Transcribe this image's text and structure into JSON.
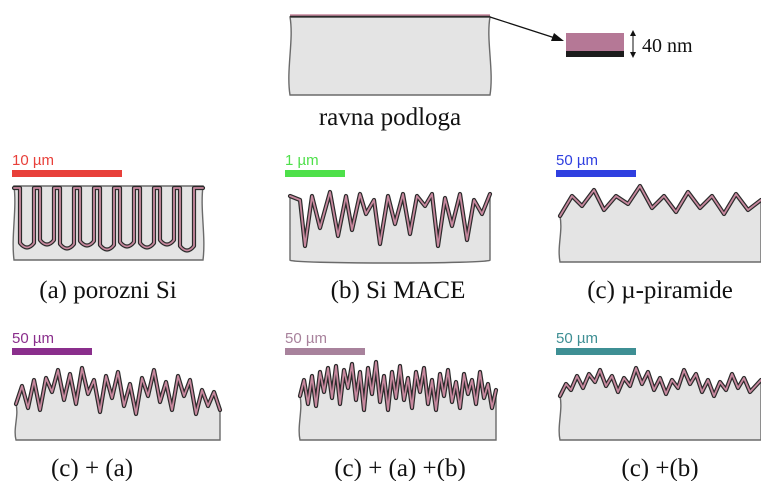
{
  "top": {
    "caption": "ravna podloga",
    "thickness_label": "40 nm"
  },
  "panels": [
    {
      "id": "a",
      "caption": "(a) porozni Si",
      "scalebar": "10  µm",
      "color": "#e8403a"
    },
    {
      "id": "b",
      "caption": "(b) Si MACE",
      "scalebar": "1 µm",
      "color": "#4ee04a"
    },
    {
      "id": "c",
      "caption": "(c) µ-piramide",
      "scalebar": "50  µm",
      "color": "#2f3fe0"
    },
    {
      "id": "ca",
      "caption": "(c) + (a)",
      "scalebar": "50  µm",
      "color": "#8a2e8c"
    },
    {
      "id": "cab",
      "caption": "(c) + (a) +(b)",
      "scalebar": "50  µm",
      "color": "#a8829c"
    },
    {
      "id": "cb",
      "caption": "(c) +(b)",
      "scalebar": "50  µm",
      "color": "#3e8f94"
    }
  ],
  "colors": {
    "substrate": "#e4e4e4",
    "coating": "#c7889e",
    "coating_dark": "#2b2b2b"
  }
}
